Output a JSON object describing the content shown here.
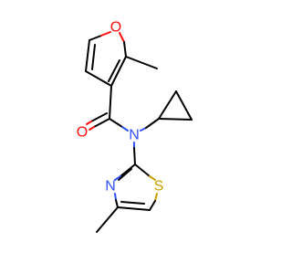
{
  "molecule": {
    "atoms": {
      "furan_oxygen": "O",
      "carbonyl_oxygen": "O",
      "amide_nitrogen": "N",
      "thiazole_nitrogen": "N",
      "thiazole_sulfur": "S"
    },
    "colors": {
      "bond": "#000000",
      "oxygen": "#ff0d0d",
      "nitrogen": "#3050f8",
      "sulfur": "#c8a000"
    }
  }
}
